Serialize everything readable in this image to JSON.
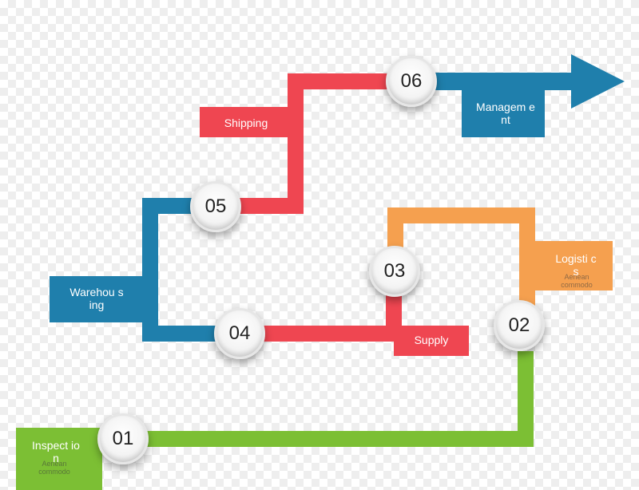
{
  "colors": {
    "green": "#7cbf34",
    "orange": "#f5a04f",
    "red": "#ef4651",
    "blue": "#1f7fac",
    "node_text": "#222222"
  },
  "steps": [
    {
      "number": "01",
      "title": "Inspect ion",
      "sub": "Aenean commodo",
      "color": "green"
    },
    {
      "number": "02",
      "title": "Logisti cs",
      "sub": "Aenean commodo",
      "color": "orange"
    },
    {
      "number": "03",
      "title": "Supply",
      "sub": "",
      "color": "red"
    },
    {
      "number": "04",
      "title": "Warehou sing",
      "sub": "",
      "color": "blue"
    },
    {
      "number": "05",
      "title": "Shipping",
      "sub": "",
      "color": "red"
    },
    {
      "number": "06",
      "title": "Managem ent",
      "sub": "",
      "color": "blue"
    }
  ]
}
